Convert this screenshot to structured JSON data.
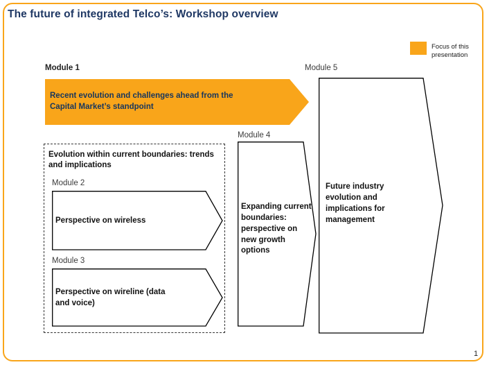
{
  "colors": {
    "accent_orange": "#F9A51A",
    "title_navy": "#1F3864"
  },
  "slide": {
    "title": "The future of integrated Telco’s: Workshop overview",
    "page_number": "1"
  },
  "legend": {
    "label": "Focus of this presentation"
  },
  "module1": {
    "label": "Module 1",
    "text": "Recent evolution and challenges ahead from the Capital Market’s standpoint"
  },
  "module2": {
    "label": "Module 2",
    "text": "Perspective on wireless"
  },
  "module3": {
    "label": "Module 3",
    "text": "Perspective on wireline (data and voice)"
  },
  "module4": {
    "label": "Module 4",
    "text": "Expanding current boundaries: perspective on new growth options"
  },
  "module5": {
    "label": "Module 5",
    "text": "Future industry evolution and implications for management"
  },
  "group": {
    "title": "Evolution within current boundaries: trends and implications"
  }
}
